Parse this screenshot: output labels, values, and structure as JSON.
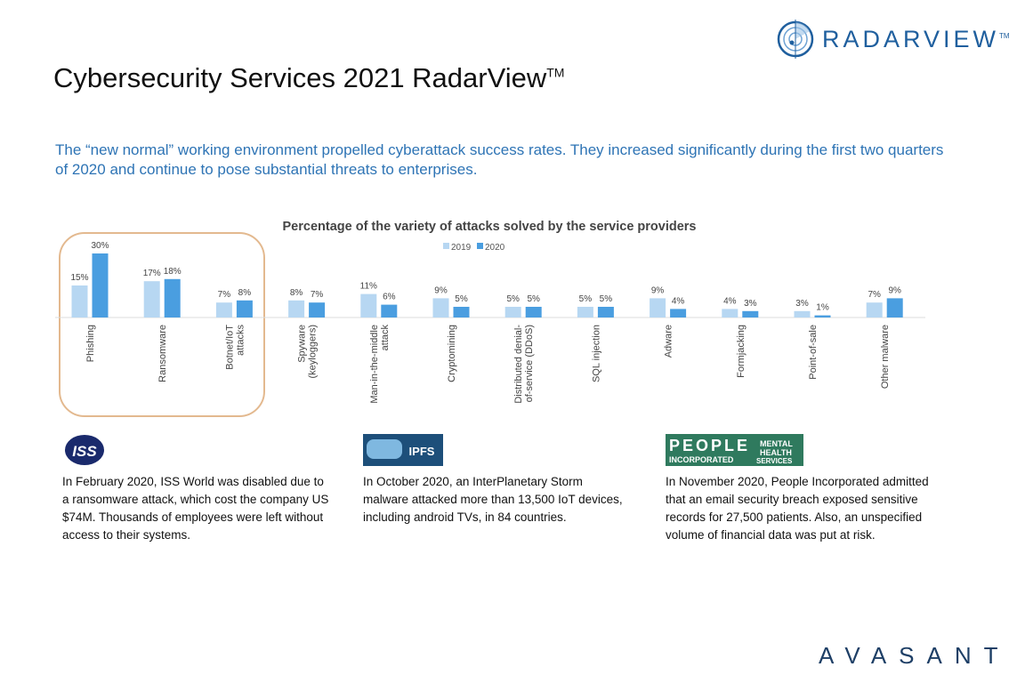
{
  "title": "Cybersecurity Services 2021 RadarView",
  "title_tm": "TM",
  "brand_logo": "RADARVIEW",
  "brand_tm": "TM",
  "subtitle": "The “new normal” working environment propelled cyberattack success rates. They increased significantly during the first two quarters of 2020 and continue to pose substantial threats to enterprises.",
  "colors": {
    "s2019": "#b7d7f2",
    "s2020": "#4a9ee0",
    "accent": "#2e74b5",
    "highlight": "#e3b98f"
  },
  "chart_data": {
    "type": "bar",
    "title": "Percentage of the variety of attacks solved by the service providers",
    "legend_position": "top-center",
    "categories": [
      "Phishing",
      "Ransomware",
      "Botnet/IoT attacks",
      "Spyware (keyloggers)",
      "Man-in-the-middle attack",
      "Cryptomining",
      "Distributed denial-of-service (DDoS)",
      "SQL injection",
      "Adware",
      "Formjacking",
      "Point-of-sale",
      "Other malware"
    ],
    "series": [
      {
        "name": "2019",
        "values": [
          15,
          17,
          7,
          8,
          11,
          9,
          5,
          5,
          9,
          4,
          3,
          7
        ]
      },
      {
        "name": "2020",
        "values": [
          30,
          18,
          8,
          7,
          6,
          5,
          5,
          5,
          4,
          3,
          1,
          9
        ]
      }
    ],
    "ylim": [
      0,
      30
    ],
    "grid": false,
    "highlighted_categories": [
      "Phishing",
      "Ransomware",
      "Botnet/IoT attacks"
    ]
  },
  "cases": [
    {
      "logo": "ISS",
      "text": "In February 2020, ISS World was disabled due to a ransomware attack, which cost the company US $74M. Thousands of employees were left without access to their systems."
    },
    {
      "logo": "IPFS",
      "text": "In October 2020, an InterPlanetary Storm malware attacked more than 13,500 IoT devices, including android TVs, in 84 countries."
    },
    {
      "logo": "PEOPLE INCORPORATED MENTAL HEALTH SERVICES",
      "text": "In November 2020, People Incorporated admitted that an email security breach exposed sensitive records for 27,500 patients. Also, an unspecified volume of financial data was put at risk."
    }
  ],
  "footer_logo": "AVASANT"
}
